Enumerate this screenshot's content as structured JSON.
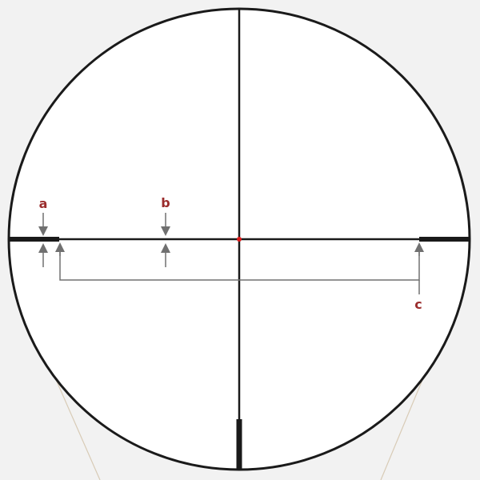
{
  "colors": {
    "background": "#f2f2f2",
    "lens_fill": "#ffffff",
    "reticle": "#1a1a1a",
    "center_dot": "#e01a1a",
    "annotation_arrow": "#707070",
    "callout_text": "#9b2d2d",
    "mount_line": "#d8cbb6"
  },
  "callouts": {
    "a": "a",
    "b": "b",
    "c": "c"
  }
}
